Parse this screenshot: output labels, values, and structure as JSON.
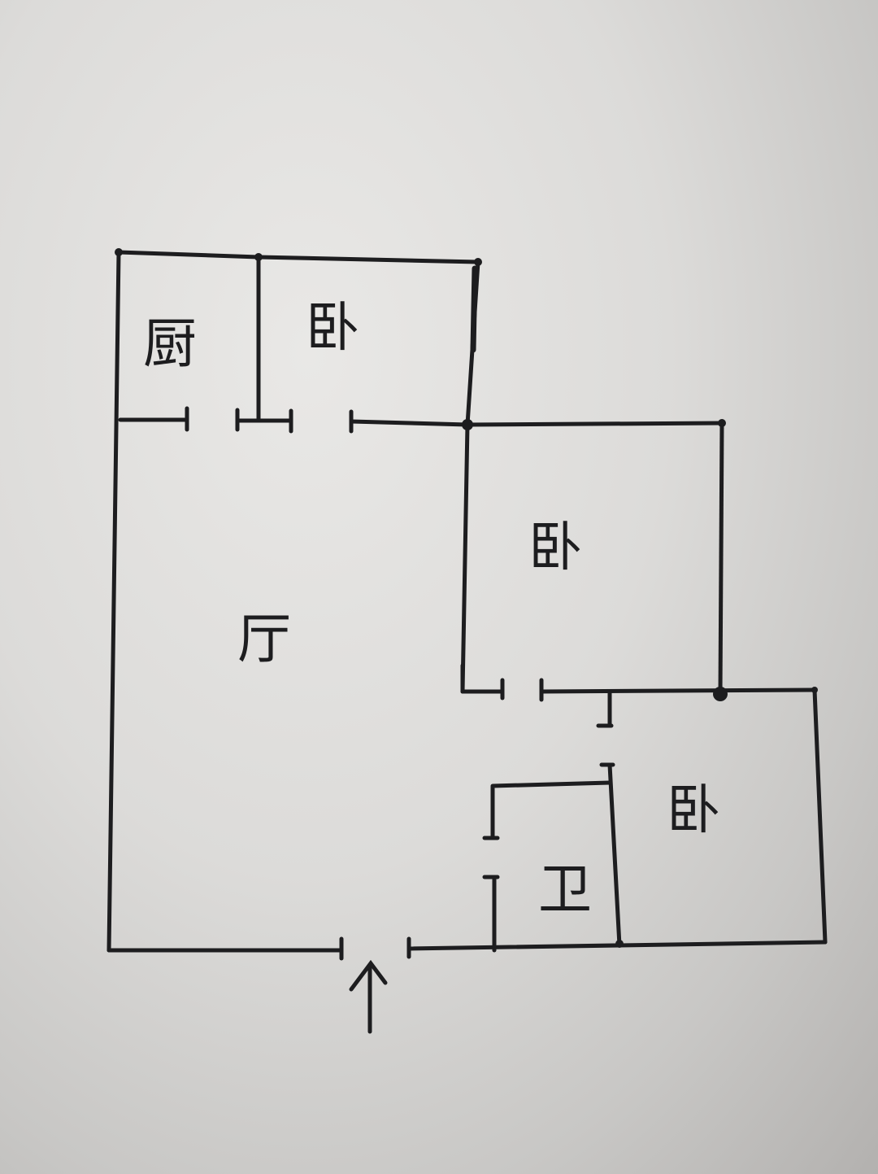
{
  "floor_plan": {
    "rooms": {
      "kitchen": "厨",
      "bedroom_north": "卧",
      "bedroom_east": "卧",
      "living_room": "厅",
      "bedroom_southeast": "卧",
      "bathroom": "卫"
    },
    "entrance_arrow": "entrance-arrow-icon"
  },
  "colors": {
    "ink": "#1d1d1f",
    "paper": "#dcdbd9"
  }
}
